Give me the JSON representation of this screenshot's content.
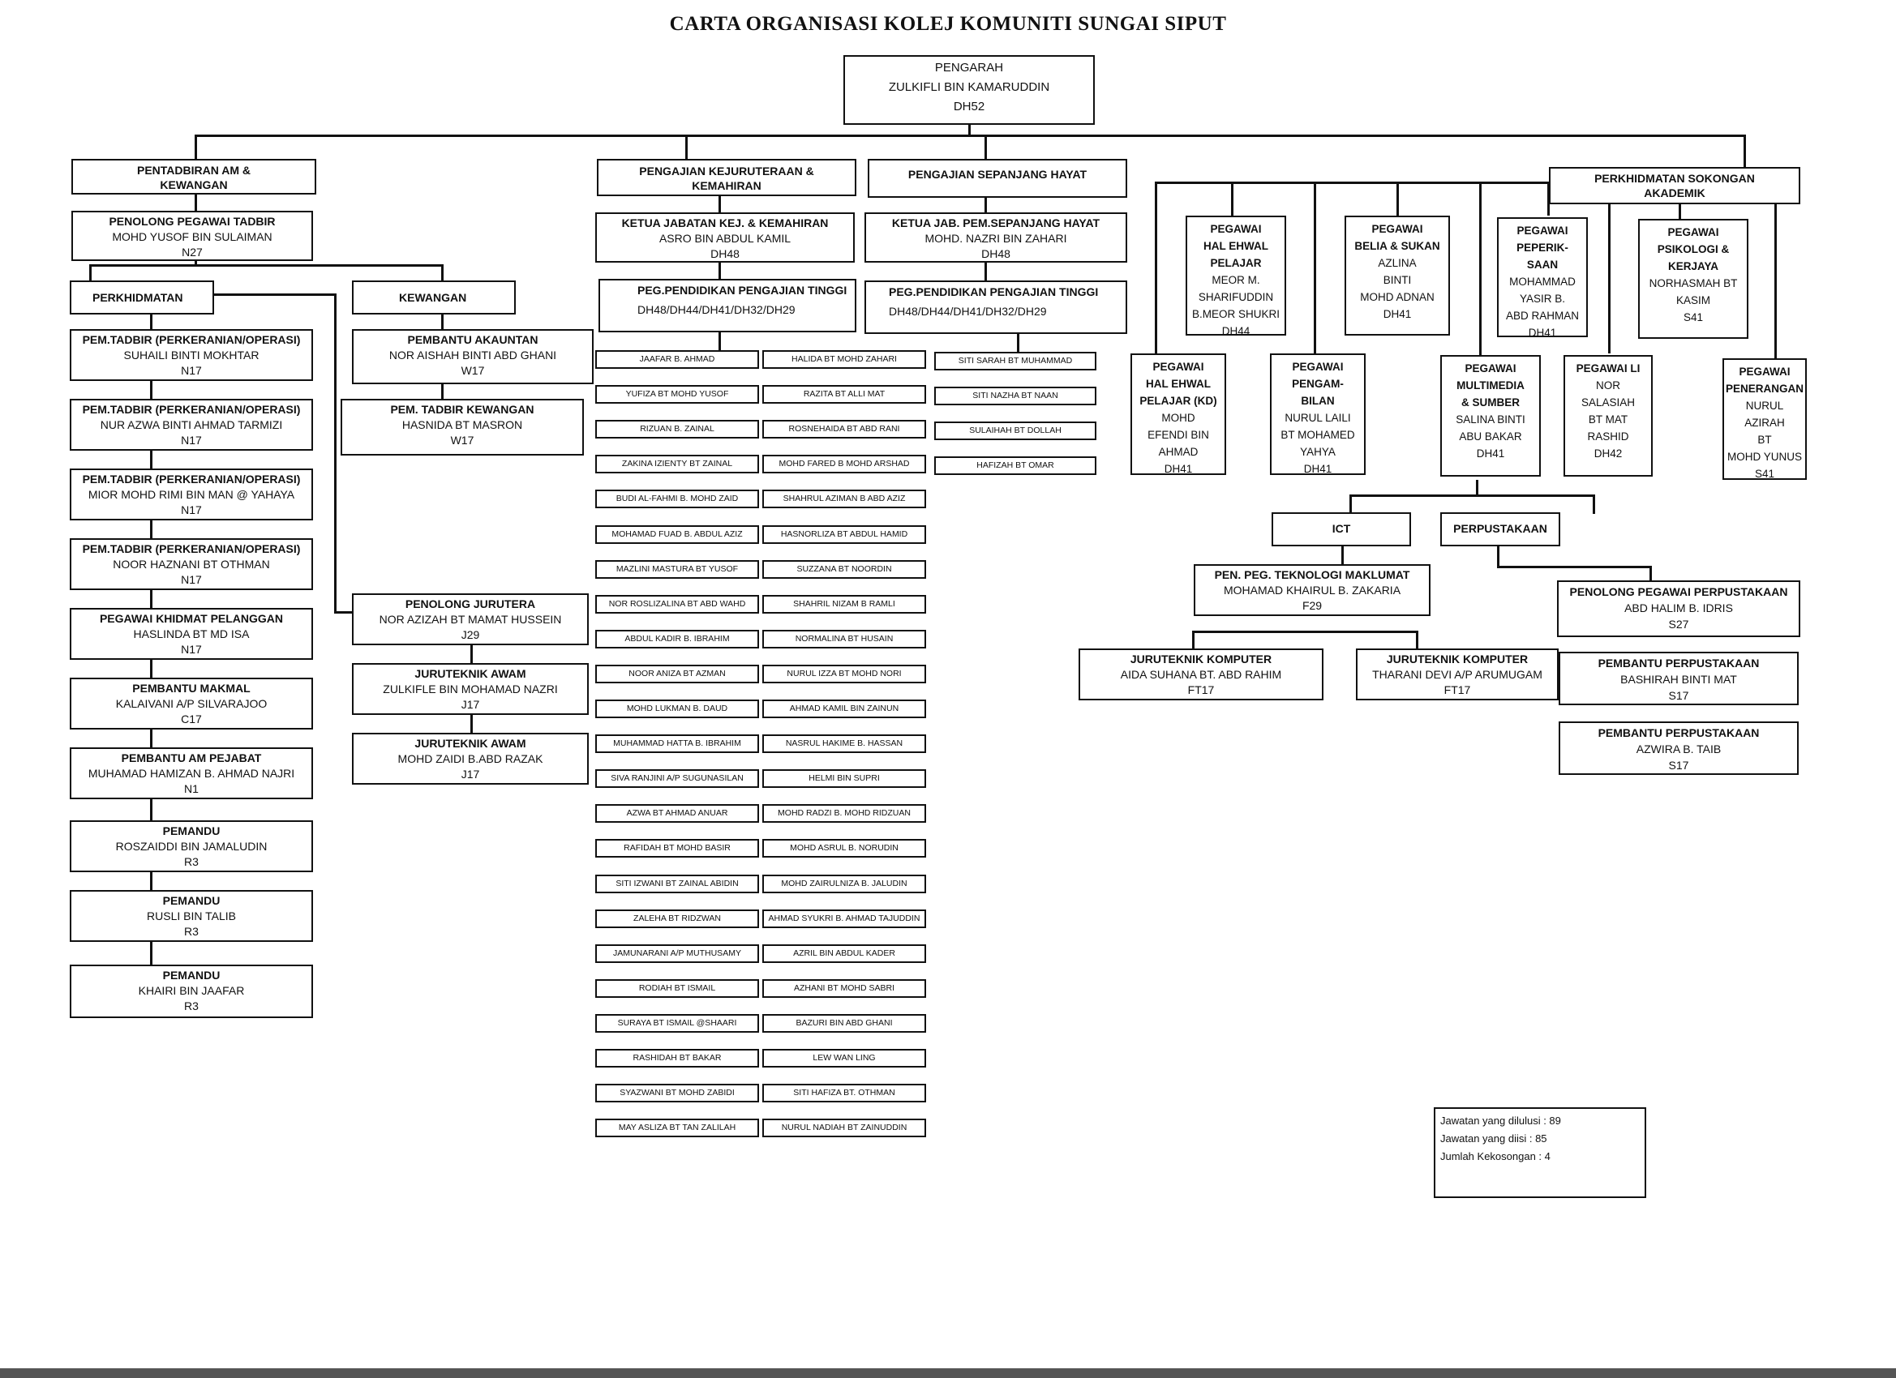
{
  "title": "CARTA ORGANISASI KOLEJ KOMUNITI SUNGAI SIPUT",
  "director": {
    "title": "PENGARAH",
    "name": "ZULKIFLI BIN KAMARUDDIN",
    "grade": "DH52"
  },
  "admin": {
    "header": "PENTADBIRAN AM & KEWANGAN",
    "head": {
      "title": "PENOLONG PEGAWAI TADBIR",
      "name": "MOHD YUSOF BIN SULAIMAN",
      "grade": "N27"
    },
    "perkhidmatan_label": "PERKHIDMATAN",
    "kewangan_label": "KEWANGAN",
    "staff": [
      {
        "title": "PEM.TADBIR (PERKERANIAN/OPERASI)",
        "name": "SUHAILI BINTI MOKHTAR",
        "grade": "N17"
      },
      {
        "title": "PEM.TADBIR (PERKERANIAN/OPERASI)",
        "name": "NUR AZWA BINTI AHMAD TARMIZI",
        "grade": "N17"
      },
      {
        "title": "PEM.TADBIR (PERKERANIAN/OPERASI)",
        "name": "MIOR MOHD RIMI BIN MAN @ YAHAYA",
        "grade": "N17"
      },
      {
        "title": "PEM.TADBIR (PERKERANIAN/OPERASI)",
        "name": "NOOR HAZNANI BT OTHMAN",
        "grade": "N17"
      },
      {
        "title": "PEGAWAI KHIDMAT PELANGGAN",
        "name": "HASLINDA BT MD ISA",
        "grade": "N17"
      },
      {
        "title": "PEMBANTU MAKMAL",
        "name": "KALAIVANI A/P SILVARAJOO",
        "grade": "C17"
      },
      {
        "title": "PEMBANTU AM PEJABAT",
        "name": "MUHAMAD HAMIZAN B. AHMAD NAJRI",
        "grade": "N1"
      },
      {
        "title": "PEMANDU",
        "name": "ROSZAIDDI BIN JAMALUDIN",
        "grade": "R3"
      },
      {
        "title": "PEMANDU",
        "name": "RUSLI BIN TALIB",
        "grade": "R3"
      },
      {
        "title": "PEMANDU",
        "name": "KHAIRI BIN JAAFAR",
        "grade": "R3"
      }
    ],
    "kewangan_staff": [
      {
        "title": "PEMBANTU AKAUNTAN",
        "name": "NOR AISHAH BINTI ABD GHANI",
        "grade": "W17"
      },
      {
        "title": "PEM. TADBIR KEWANGAN",
        "name": "HASNIDA BT MASRON",
        "grade": "W17"
      }
    ],
    "engineer_staff": [
      {
        "title": "PENOLONG JURUTERA",
        "name": "NOR AZIZAH BT MAMAT HUSSEIN",
        "grade": "J29"
      },
      {
        "title": "JURUTEKNIK AWAM",
        "name": "ZULKIFLE BIN MOHAMAD NAZRI",
        "grade": "J17"
      },
      {
        "title": "JURUTEKNIK AWAM",
        "name": "MOHD ZAIDI B.ABD RAZAK",
        "grade": "J17"
      }
    ]
  },
  "engineering": {
    "header": "PENGAJIAN KEJURUTERAAN & KEMAHIRAN",
    "head": {
      "title": "KETUA JABATAN KEJ. & KEMAHIRAN",
      "name": "ASRO BIN ABDUL KAMIL",
      "grade": "DH48"
    },
    "lecturer_title": "PEG.PENDIDIKAN PENGAJIAN TINGGI",
    "lecturer_grades": "DH48/DH44/DH41/DH32/DH29",
    "col1": [
      "JAAFAR B. AHMAD",
      "YUFIZA BT MOHD YUSOF",
      "RIZUAN B. ZAINAL",
      "ZAKINA IZIENTY BT ZAINAL",
      "BUDI AL-FAHMI B. MOHD ZAID",
      "MOHAMAD FUAD B. ABDUL AZIZ",
      "MAZLINI MASTURA BT YUSOF",
      "NOR ROSLIZALINA BT ABD WAHD",
      "ABDUL KADIR B. IBRAHIM",
      "NOOR ANIZA BT AZMAN",
      "MOHD LUKMAN B. DAUD",
      "MUHAMMAD HATTA B. IBRAHIM",
      "SIVA RANJINI A/P SUGUNASILAN",
      "AZWA BT AHMAD ANUAR",
      "RAFIDAH BT MOHD BASIR",
      "SITI IZWANI BT ZAINAL ABIDIN",
      "ZALEHA BT RIDZWAN",
      "JAMUNARANI A/P MUTHUSAMY",
      "RODIAH BT ISMAIL",
      "SURAYA BT ISMAIL @SHAARI",
      "RASHIDAH BT BAKAR",
      "SYAZWANI BT MOHD ZABIDI",
      "MAY ASLIZA BT TAN ZALILAH"
    ],
    "col2": [
      "HALIDA BT MOHD ZAHARI",
      "RAZITA BT ALLI MAT",
      "ROSNEHAIDA BT ABD RANI",
      "MOHD FARED B MOHD ARSHAD",
      "SHAHRUL AZIMAN B ABD AZIZ",
      "HASNORLIZA BT ABDUL HAMID",
      "SUZZANA BT NOORDIN",
      "SHAHRIL NIZAM B RAMLI",
      "NORMALINA BT HUSAIN",
      "NURUL IZZA BT MOHD NORI",
      "AHMAD KAMIL BIN ZAINUN",
      "NASRUL HAKIME B. HASSAN",
      "HELMI BIN SUPRI",
      "MOHD RADZI B. MOHD RIDZUAN",
      "MOHD ASRUL B. NORUDIN",
      "MOHD ZAIRULNIZA B. JALUDIN",
      "AHMAD SYUKRI B. AHMAD TAJUDDIN",
      "AZRIL BIN ABDUL KADER",
      "AZHANI BT MOHD SABRI",
      "BAZURI BIN ABD GHANI",
      "LEW WAN LING",
      "SITI HAFIZA BT. OTHMAN",
      "NURUL NADIAH BT ZAINUDDIN"
    ]
  },
  "lifelong": {
    "header": "PENGAJIAN SEPANJANG HAYAT",
    "head": {
      "title": "KETUA JAB. PEM.SEPANJANG HAYAT",
      "name": "MOHD. NAZRI BIN ZAHARI",
      "grade": "DH48"
    },
    "lecturer_title": "PEG.PENDIDIKAN PENGAJIAN TINGGI",
    "lecturer_grades": "DH48/DH44/DH41/DH32/DH29",
    "staff": [
      "SITI SARAH BT MUHAMMAD",
      "SITI NAZHA BT NAAN",
      "SULAIHAH BT DOLLAH",
      "HAFIZAH BT OMAR"
    ]
  },
  "support": {
    "header": "PERKHIDMATAN SOKONGAN AKADEMIK",
    "officers_top": [
      {
        "lines": [
          "PEGAWAI",
          "HAL EHWAL",
          "PELAJAR"
        ],
        "name_lines": [
          "MEOR M.",
          "SHARIFUDDIN",
          "B.MEOR SHUKRI"
        ],
        "grade": "DH44"
      },
      {
        "lines": [
          "PEGAWAI",
          "BELIA & SUKAN"
        ],
        "name_lines": [
          "AZLINA",
          "BINTI",
          "MOHD ADNAN"
        ],
        "grade": "DH41"
      },
      {
        "lines": [
          "PEGAWAI",
          "PEPERIK-",
          "SAAN"
        ],
        "name_lines": [
          "MOHAMMAD",
          "YASIR  B.",
          "ABD RAHMAN"
        ],
        "grade": "DH41"
      },
      {
        "lines": [
          "PEGAWAI",
          "PSIKOLOGI &",
          "KERJAYA"
        ],
        "name_lines": [
          "NORHASMAH BT",
          "KASIM"
        ],
        "grade": "S41"
      }
    ],
    "officers_bottom": [
      {
        "lines": [
          "PEGAWAI",
          "HAL EHWAL",
          "PELAJAR (KD)"
        ],
        "name_lines": [
          "MOHD",
          "EFENDI  BIN",
          "AHMAD"
        ],
        "grade": "DH41"
      },
      {
        "lines": [
          "PEGAWAI",
          "PENGAM-",
          "BILAN"
        ],
        "name_lines": [
          "NURUL LAILI",
          "BT MOHAMED",
          "YAHYA"
        ],
        "grade": "DH41"
      },
      {
        "lines": [
          "PEGAWAI",
          "MULTIMEDIA",
          "& SUMBER"
        ],
        "name_lines": [
          "SALINA BINTI",
          "ABU BAKAR"
        ],
        "grade": "DH41"
      },
      {
        "lines": [
          "PEGAWAI LI"
        ],
        "name_lines": [
          "NOR",
          "SALASIAH",
          "BT MAT",
          "RASHID"
        ],
        "grade": "DH42"
      },
      {
        "lines": [
          "PEGAWAI",
          "PENERANGAN"
        ],
        "name_lines": [
          "NURUL",
          "AZIRAH",
          "BT",
          "MOHD YUNUS"
        ],
        "grade": "S41"
      }
    ],
    "ict_label": "ICT",
    "library_label": "PERPUSTAKAAN",
    "ict_head": {
      "title": "PEN. PEG. TEKNOLOGI MAKLUMAT",
      "name": "MOHAMAD KHAIRUL B. ZAKARIA",
      "grade": "F29"
    },
    "ict_staff": [
      {
        "title": "JURUTEKNIK KOMPUTER",
        "name": "AIDA SUHANA BT. ABD RAHIM",
        "grade": "FT17"
      },
      {
        "title": "JURUTEKNIK KOMPUTER",
        "name": "THARANI DEVI A/P ARUMUGAM",
        "grade": "FT17"
      }
    ],
    "library_staff": [
      {
        "title": "PENOLONG PEGAWAI PERPUSTAKAAN",
        "name": "ABD HALIM B. IDRIS",
        "grade": "S27"
      },
      {
        "title": "PEMBANTU PERPUSTAKAAN",
        "name": "BASHIRAH BINTI MAT",
        "grade": "S17"
      },
      {
        "title": "PEMBANTU PERPUSTAKAAN",
        "name": "AZWIRA B. TAIB",
        "grade": "S17"
      }
    ]
  },
  "legend": {
    "lines": [
      "Jawatan yang dilulusi : 89",
      "Jawatan yang diisi      : 85",
      "Jumlah Kekosongan  : 4"
    ]
  }
}
